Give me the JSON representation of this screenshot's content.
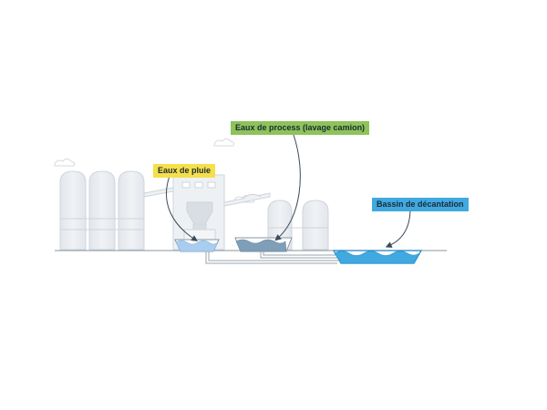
{
  "labels": {
    "rain_water": "Eaux de pluie",
    "process_water": "Eaux de process (lavage camion)",
    "settling_basin": "Bassin de décantation"
  },
  "colors": {
    "rain_label_bg": "#f5df4a",
    "process_label_bg": "#8dc35a",
    "basin_label_bg": "#3fa9e0",
    "rain_water": "#a9cdee",
    "process_water": "#7f9fb8",
    "basin_water": "#3fa9e0",
    "buildings": "#e9ecf0",
    "building_outline": "#cfd5dc",
    "ground_line": "#8a949e",
    "arrows": "#3b4a58"
  },
  "icons": {
    "rain_arrow": "curved-arrow-down",
    "process_arrow": "curved-arrow-down",
    "basin_arrow": "curved-arrow-down"
  }
}
